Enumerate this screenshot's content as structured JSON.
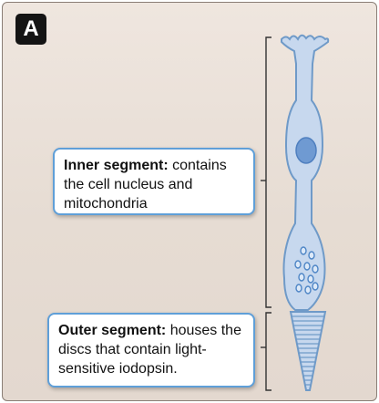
{
  "figure": {
    "panel_label": "A",
    "inner_segment": {
      "title": "Inner segment:",
      "text": " contains the cell nucleus and mitochondria"
    },
    "outer_segment": {
      "title": "Outer segment:",
      "text": " houses the discs that contain light-sensitive iodopsin."
    }
  },
  "colors": {
    "background": "#e8ded6",
    "cell_fill": "#c7d8ee",
    "cell_outline": "#6f9ac8",
    "organelle": "#7fb0e0",
    "box_border": "#5f9fd8"
  },
  "icons": [
    "cone-cell-illustration"
  ]
}
